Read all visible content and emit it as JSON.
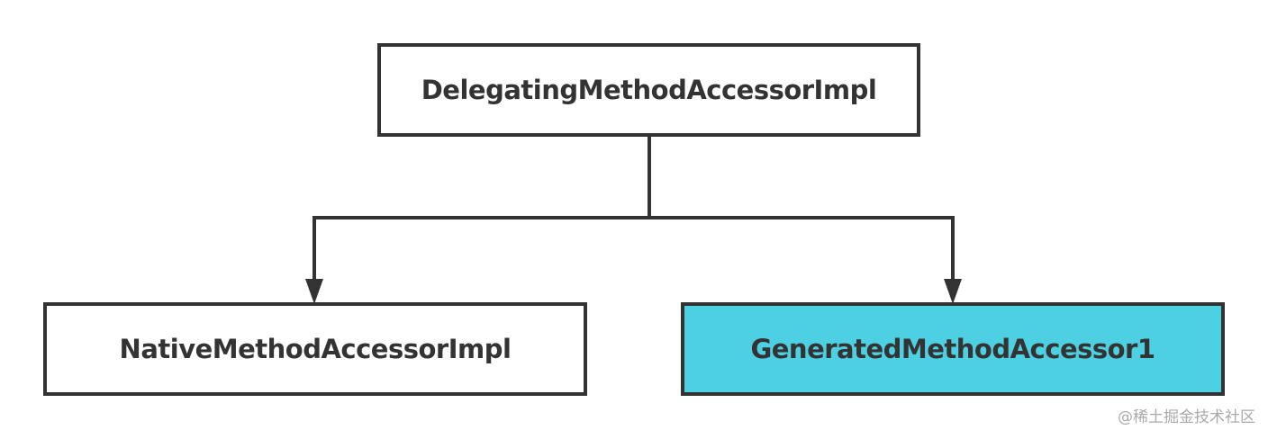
{
  "diagram": {
    "root": {
      "label": "DelegatingMethodAccessorImpl",
      "fill": "#ffffff"
    },
    "children": [
      {
        "label": "NativeMethodAccessorImpl",
        "fill": "#ffffff"
      },
      {
        "label": "GeneratedMethodAccessor1",
        "fill": "#4dd0e1"
      }
    ],
    "edges": [
      {
        "from": "DelegatingMethodAccessorImpl",
        "to": "NativeMethodAccessorImpl"
      },
      {
        "from": "DelegatingMethodAccessorImpl",
        "to": "GeneratedMethodAccessor1"
      }
    ],
    "stroke_color": "#333333"
  },
  "watermark": "@稀土掘金技术社区"
}
